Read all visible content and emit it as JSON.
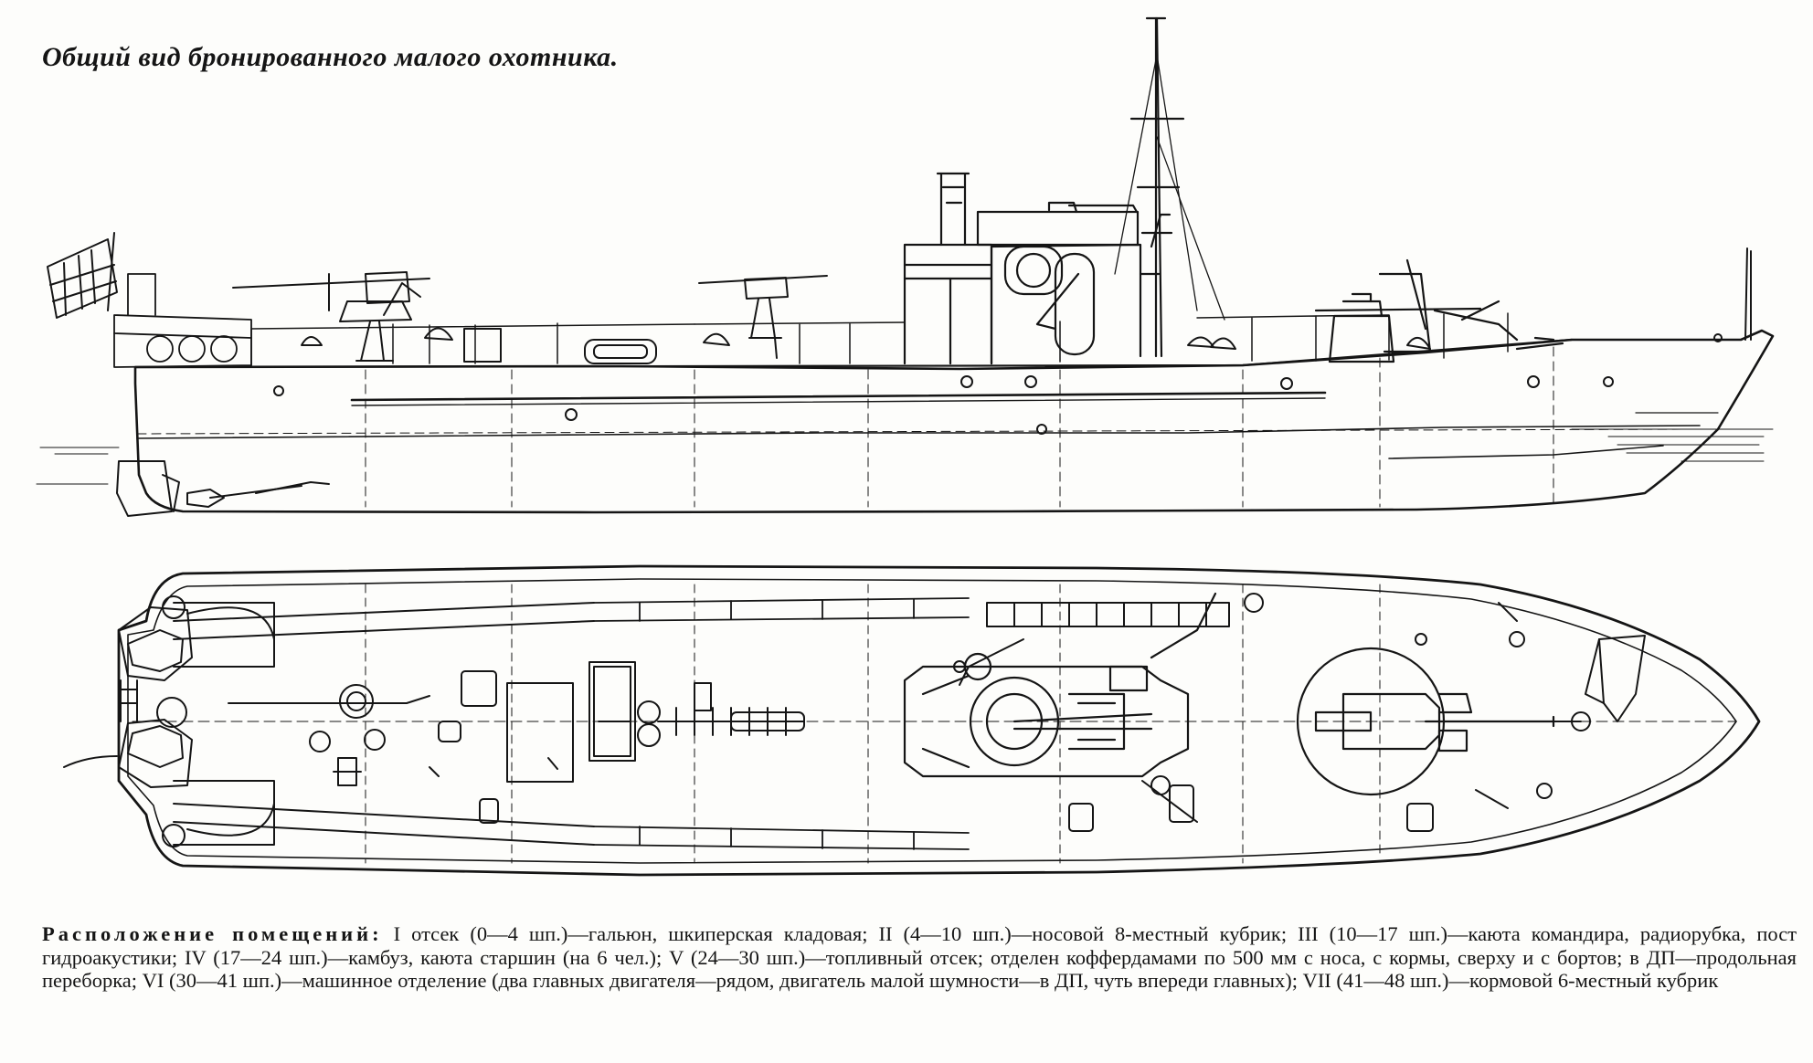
{
  "title": "Общий вид бронированного малого охотника.",
  "caption": {
    "heading": "Расположение помещений:",
    "body": "I отсек (0—4 шп.)—гальюн, шкиперская кладовая; II (4—10 шп.)—носовой 8-местный кубрик; III (10—17 шп.)—каюта командира, радиорубка, пост гидроакустики; IV (17—24 шп.)—камбуз, каюта старшин (на 6 чел.); V (24—30 шп.)—топливный отсек; отделен коффердамами по 500 мм с носа, с кормы, сверху и с бортов; в ДП—продольная переборка; VI (30—41 шп.)—машинное отделение (два главных двигателя—рядом, двигатель малой шумности—в ДП, чуть впереди главных); VII (41—48 шп.)—кормовой 6-местный кубрик"
  },
  "colors": {
    "ink": "#151515",
    "paper": "#fdfdfb"
  }
}
